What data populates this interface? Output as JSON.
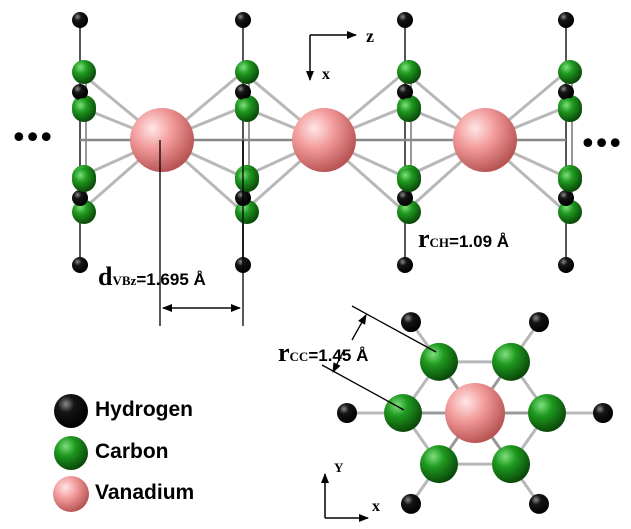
{
  "labels": {
    "d_vbz": {
      "main": "d",
      "sub": "VBz",
      "value": "=1.695 Å"
    },
    "r_ch": {
      "main": "r",
      "sub": "CH",
      "value": "=1.09 Å"
    },
    "r_cc": {
      "main": "r",
      "sub": "CC",
      "value": "=1.45 Å"
    }
  },
  "axes": {
    "side_view": {
      "horizontal": "z",
      "vertical": "x"
    },
    "top_view": {
      "horizontal": "x",
      "vertical": "Y"
    }
  },
  "legend": [
    {
      "label": "Hydrogen",
      "color": "#000000"
    },
    {
      "label": "Carbon",
      "color": "#1a8a1a"
    },
    {
      "label": "Vanadium",
      "color": "#f08a8a"
    }
  ],
  "ellipsis": "•••",
  "colors": {
    "hydrogen": "#000000",
    "carbon": "#1a8a1a",
    "vanadium": "#f08a8a",
    "bond": "#b8b8b8"
  }
}
